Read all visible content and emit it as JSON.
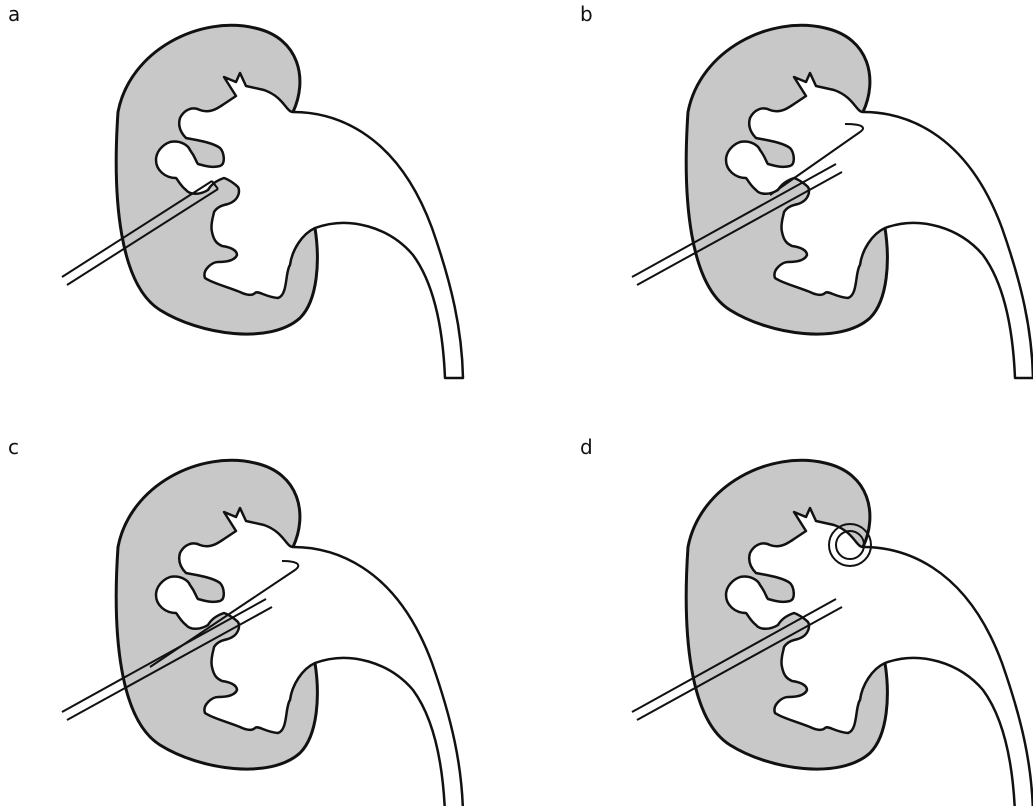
{
  "panels": [
    {
      "label": "a",
      "step": "needle-in-calyx"
    },
    {
      "label": "b",
      "step": "guidewire-advanced"
    },
    {
      "label": "c",
      "step": "needle-withdrawn-guidewire-remaining"
    },
    {
      "label": "d",
      "step": "pigtail-catheter-placed"
    }
  ],
  "colors": {
    "kidney_fill": "#c8c8c8",
    "outline": "#111111",
    "background": "#ffffff"
  }
}
